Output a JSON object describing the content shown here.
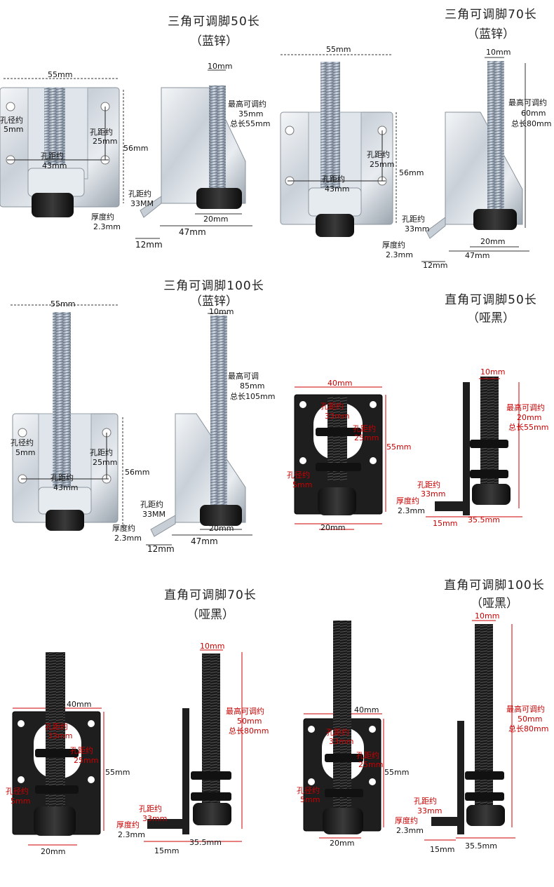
{
  "panels": [
    {
      "title": "三角可调脚50长",
      "subtitle": "（蓝锌）",
      "dims": {
        "width": "55mm",
        "height": "56mm",
        "hole_dia_label": "孔径约",
        "hole_dia": "5mm",
        "hole_pitch_label_v": "孔距约",
        "hole_pitch_v": "25mm",
        "hole_pitch_label_h": "孔距约",
        "hole_pitch_h": "43mm",
        "bolt": "10mm",
        "max_adj_label": "最高可调约",
        "max_adj": "35mm",
        "total_len": "总长55mm",
        "side_pitch_label": "孔距约",
        "side_pitch": "33MM",
        "thickness_label": "厚度约",
        "thickness": "2.3mm",
        "pad": "20mm",
        "base_len": "47mm",
        "flange": "12mm"
      }
    },
    {
      "title": "三角可调脚70长",
      "subtitle": "（蓝锌）",
      "dims": {
        "width": "55mm",
        "height": "56mm",
        "hole_pitch_label_v": "孔距约",
        "hole_pitch_v": "25mm",
        "hole_pitch_label_h": "孔距约",
        "hole_pitch_h": "43mm",
        "bolt": "10mm",
        "max_adj_label": "最高可调约",
        "max_adj": "60mm",
        "total_len": "总长80mm",
        "side_pitch_label": "孔距约",
        "side_pitch": "33mm",
        "thickness_label": "厚度约",
        "thickness": "2.3mm",
        "pad": "20mm",
        "base_len": "47mm",
        "flange": "12mm"
      }
    },
    {
      "title": "三角可调脚100长",
      "subtitle": "（蓝锌）",
      "dims": {
        "width": "55mm",
        "height": "56mm",
        "hole_dia_label": "孔径约",
        "hole_dia": "5mm",
        "hole_pitch_label_v": "孔距约",
        "hole_pitch_v": "25mm",
        "hole_pitch_label_h": "孔距约",
        "hole_pitch_h": "43mm",
        "bolt": "10mm",
        "max_adj_label": "最高可调",
        "max_adj": "85mm",
        "total_len": "总长105mm",
        "side_pitch_label": "孔距约",
        "side_pitch": "33MM",
        "thickness_label": "厚度约",
        "thickness": "2.3mm",
        "pad": "20mm",
        "base_len": "47mm",
        "flange": "12mm"
      }
    },
    {
      "title": "直角可调脚50长",
      "subtitle": "（哑黑）",
      "dims": {
        "width": "40mm",
        "height": "55mm",
        "hole_pitch_label_h": "孔距约",
        "hole_pitch_h": "33mm",
        "hole_pitch_label_v": "孔距约",
        "hole_pitch_v": "25mm",
        "hole_dia_label": "孔径约",
        "hole_dia": "5mm",
        "bolt": "10mm",
        "max_adj_label": "最高可调约",
        "max_adj": "20mm",
        "total_len": "总长55mm",
        "side_pitch_label": "孔距约",
        "side_pitch": "33mm",
        "thickness_label": "厚度约",
        "thickness": "2.3mm",
        "pad": "20mm",
        "flange": "15mm",
        "base_len": "35.5mm"
      }
    },
    {
      "title": "直角可调脚70长",
      "subtitle": "（哑黑）",
      "dims": {
        "width": "40mm",
        "height": "55mm",
        "hole_pitch_label_h": "孔距约",
        "hole_pitch_h": "33mm",
        "hole_pitch_label_v": "孔距约",
        "hole_pitch_v": "25mm",
        "hole_dia_label": "孔径约",
        "hole_dia": "5mm",
        "bolt": "10mm",
        "max_adj_label": "最高可调约",
        "max_adj": "50mm",
        "total_len": "总长80mm",
        "side_pitch_label": "孔距约",
        "side_pitch": "33mm",
        "thickness_label": "厚度约",
        "thickness": "2.3mm",
        "pad": "20mm",
        "flange": "15mm",
        "base_len": "35.5mm"
      }
    },
    {
      "title": "直角可调脚100长",
      "subtitle": "（哑黑）",
      "dims": {
        "width": "40mm",
        "height": "55mm",
        "hole_pitch_label_h": "孔距约",
        "hole_pitch_h": "33mm",
        "hole_pitch_label_v": "孔距约",
        "hole_pitch_v": "25mm",
        "hole_dia_label": "孔径约",
        "hole_dia": "5mm",
        "bolt": "10mm",
        "max_adj_label": "最高可调约",
        "max_adj": "50mm",
        "total_len": "总长80mm",
        "side_pitch_label": "孔距约",
        "side_pitch": "33mm",
        "thickness_label": "厚度约",
        "thickness": "2.3mm",
        "pad": "20mm",
        "flange": "15mm",
        "base_len": "35.5mm"
      }
    }
  ]
}
